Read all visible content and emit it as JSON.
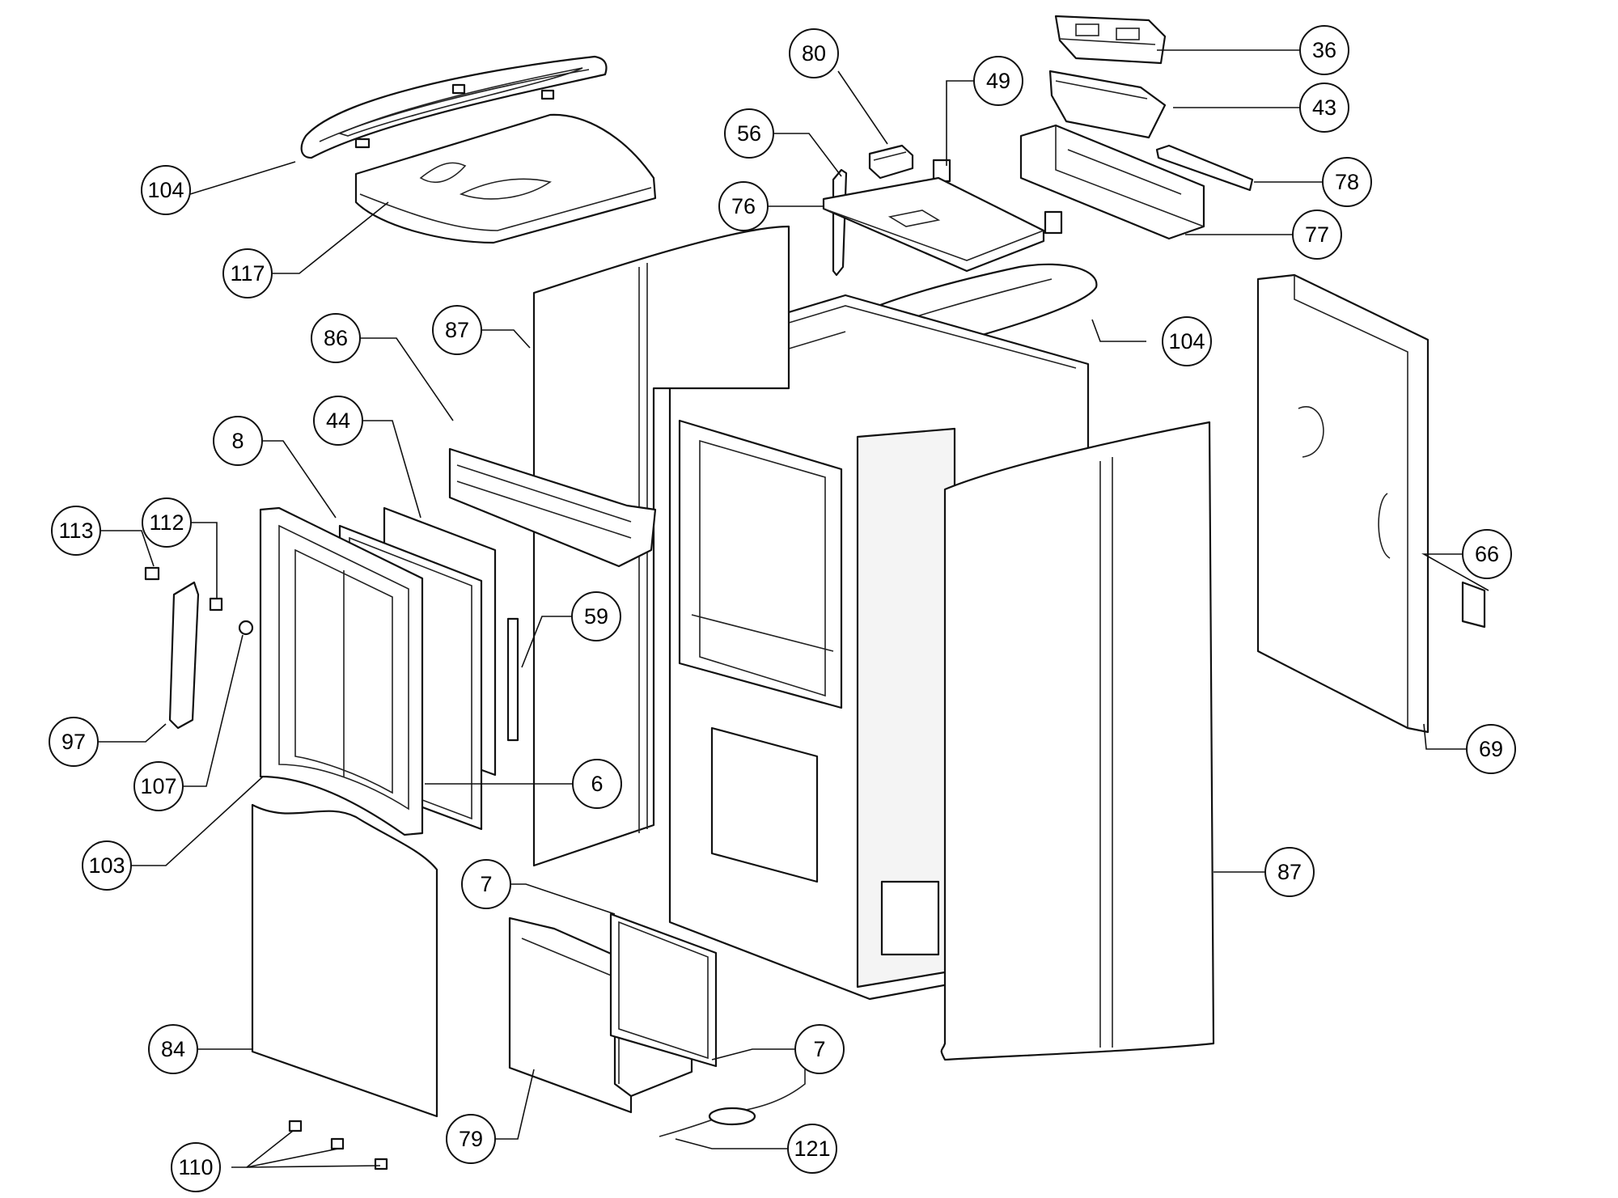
{
  "callouts": [
    {
      "id": "c36",
      "label": "36"
    },
    {
      "id": "c43",
      "label": "43"
    },
    {
      "id": "c80",
      "label": "80"
    },
    {
      "id": "c49",
      "label": "49"
    },
    {
      "id": "c56",
      "label": "56"
    },
    {
      "id": "c78",
      "label": "78"
    },
    {
      "id": "c76",
      "label": "76"
    },
    {
      "id": "c77",
      "label": "77"
    },
    {
      "id": "c104a",
      "label": "104"
    },
    {
      "id": "c117",
      "label": "117"
    },
    {
      "id": "c104b",
      "label": "104"
    },
    {
      "id": "c86",
      "label": "86"
    },
    {
      "id": "c87a",
      "label": "87"
    },
    {
      "id": "c44",
      "label": "44"
    },
    {
      "id": "c8",
      "label": "8"
    },
    {
      "id": "c113",
      "label": "113"
    },
    {
      "id": "c112",
      "label": "112"
    },
    {
      "id": "c59",
      "label": "59"
    },
    {
      "id": "c66",
      "label": "66"
    },
    {
      "id": "c97",
      "label": "97"
    },
    {
      "id": "c69",
      "label": "69"
    },
    {
      "id": "c107",
      "label": "107"
    },
    {
      "id": "c6",
      "label": "6"
    },
    {
      "id": "c103",
      "label": "103"
    },
    {
      "id": "c87b",
      "label": "87"
    },
    {
      "id": "c7a",
      "label": "7"
    },
    {
      "id": "c84",
      "label": "84"
    },
    {
      "id": "c7b",
      "label": "7"
    },
    {
      "id": "c79",
      "label": "79"
    },
    {
      "id": "c121",
      "label": "121"
    },
    {
      "id": "c110",
      "label": "110"
    }
  ]
}
